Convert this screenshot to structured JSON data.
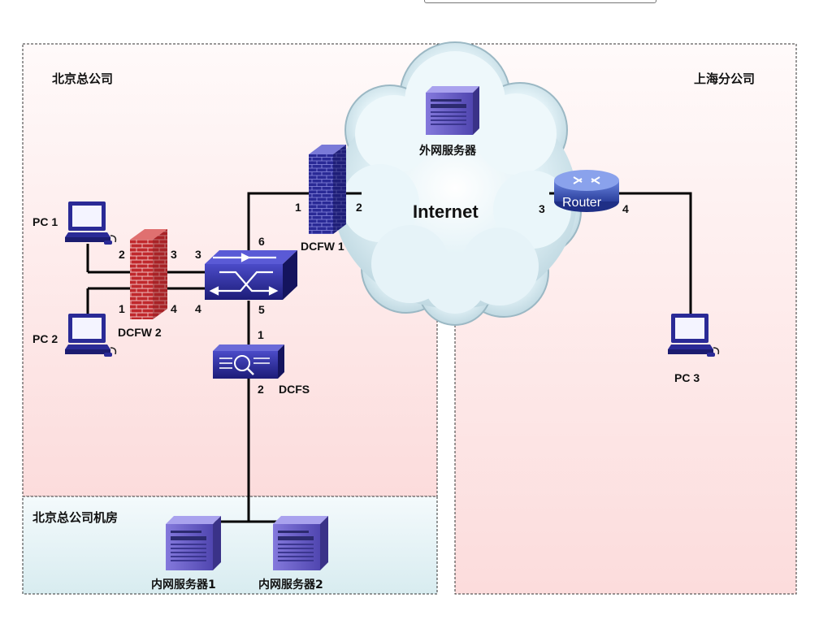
{
  "regions": {
    "beijing": "北京总公司",
    "shanghai": "上海分公司",
    "datacenter": "北京总公司机房"
  },
  "cloud": {
    "label": "Internet",
    "server_label": "外网服务器"
  },
  "devices": {
    "pc1": "PC 1",
    "pc2": "PC 2",
    "pc3": "PC 3",
    "dcfw1": "DCFW 1",
    "dcfw2": "DCFW 2",
    "dcfs": "DCFS",
    "router": "Router",
    "server1": "内网服务器1",
    "server2": "内网服务器2"
  },
  "ports": {
    "dcfw2_p2": "2",
    "dcfw2_p3": "3",
    "dcfw2_p1": "1",
    "dcfw2_p4": "4",
    "switch_p3": "3",
    "switch_p4": "4",
    "switch_p6": "6",
    "switch_p5": "5",
    "dcfw1_p1": "1",
    "dcfw1_p2": "2",
    "dcfs_p1": "1",
    "dcfs_p2": "2",
    "router_p3": "3",
    "router_p4": "4"
  },
  "colors": {
    "region_fill_top": "#fffafa",
    "region_fill_bottom": "#fde0e0",
    "datacenter_fill_top": "#f2f9fb",
    "datacenter_fill_bottom": "#dceef2",
    "device_blue": "#2a2a9a",
    "firewall_red": "#b8262a",
    "cloud_fill": "#e6f4f8",
    "server_purple": "#6f63c9"
  }
}
